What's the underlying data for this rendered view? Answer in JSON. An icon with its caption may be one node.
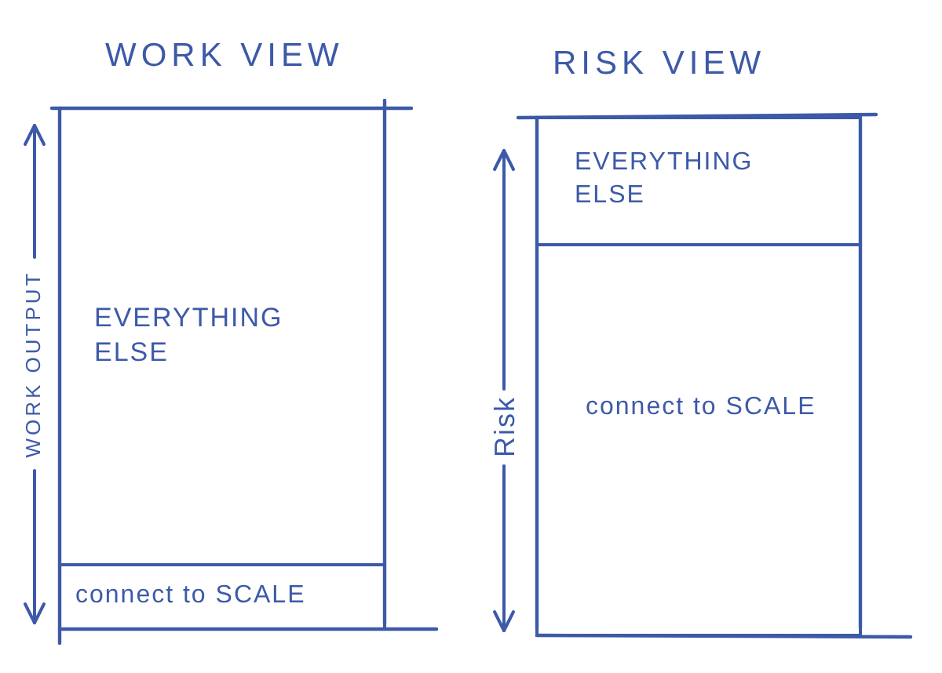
{
  "diagram": {
    "nodes": [
      {
        "text": [
          "WORK VIEW"
        ]
      },
      {
        "text": [
          "EVERYTHING ELSE"
        ],
        "in": 0
      },
      {
        "text": [
          "connect to SCALE"
        ],
        "in": 0
      },
      {
        "text": [
          "RISK VIEW"
        ]
      },
      {
        "text": [
          "EVERYTHING ELSE"
        ],
        "in": 3
      },
      {
        "text": [
          "connect to SCALE"
        ],
        "in": 3
      }
    ],
    "labels": [
      "WORK OUTPUT",
      "Risk"
    ]
  }
}
